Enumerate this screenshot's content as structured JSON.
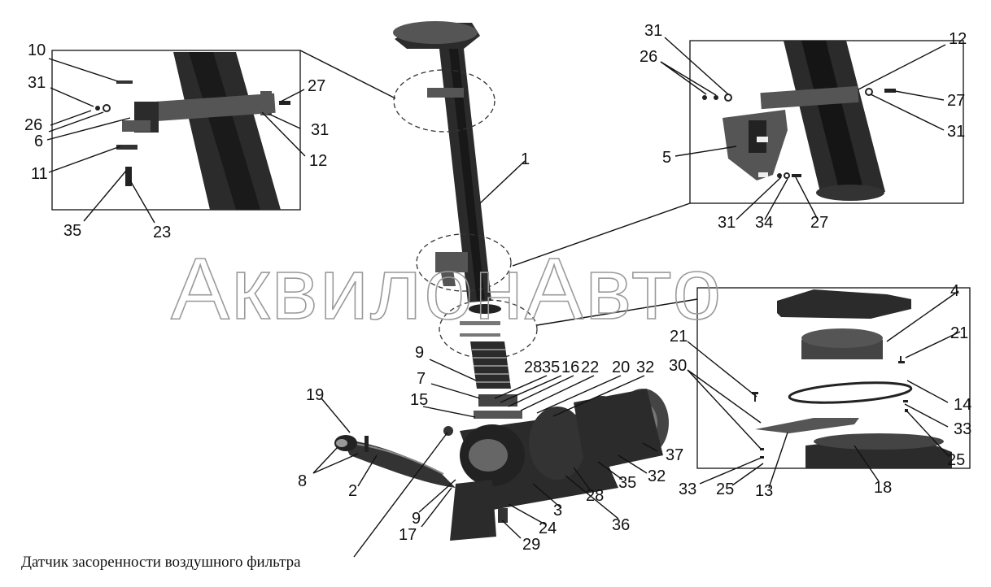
{
  "watermark": "АквилонАвто",
  "caption": "Датчик засоренности воздушного фильтра",
  "labels": {
    "l10": "10",
    "l31a": "31",
    "l26a": "26",
    "l6": "6",
    "l11": "11",
    "l35a": "35",
    "l23": "23",
    "l27a": "27",
    "l31b": "31",
    "l12a": "12",
    "l31c": "31",
    "l26b": "26",
    "l12b": "12",
    "l27b": "27",
    "l31d": "31",
    "l5": "5",
    "l31e": "31",
    "l34": "34",
    "l27c": "27",
    "l1": "1",
    "l4": "4",
    "l21a": "21",
    "l21b": "21",
    "l30": "30",
    "l14": "14",
    "l33a": "33",
    "l25a": "25",
    "l33b": "33",
    "l25b": "25",
    "l13": "13",
    "l18": "18",
    "l9a": "9",
    "l7": "7",
    "l15": "15",
    "l28a": "28",
    "l35b": "35",
    "l16": "16",
    "l22": "22",
    "l20": "20",
    "l32a": "32",
    "l19": "19",
    "l8": "8",
    "l2": "2",
    "l9b": "9",
    "l17": "17",
    "l3": "3",
    "l24": "24",
    "l29": "29",
    "l36": "36",
    "l28b": "28",
    "l35c": "35",
    "l32b": "32",
    "l37": "37"
  }
}
